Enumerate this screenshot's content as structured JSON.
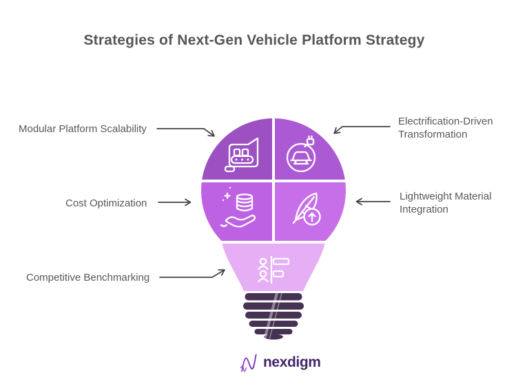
{
  "title": "Strategies of Next-Gen Vehicle Platform Strategy",
  "strategies": [
    {
      "id": "modular-platform-scalability",
      "label": "Modular Platform Scalability",
      "icon": "conveyor-belt-icon",
      "color": "#9c50c2",
      "side": "left"
    },
    {
      "id": "electrification-driven-transformation",
      "label": "Electrification-Driven Transformation",
      "icon": "electric-car-icon",
      "color": "#ab5ad3",
      "side": "right"
    },
    {
      "id": "cost-optimization",
      "label": "Cost Optimization",
      "icon": "hand-coins-icon",
      "color": "#bd62e3",
      "side": "left"
    },
    {
      "id": "lightweight-material-integration",
      "label": "Lightweight Material Integration",
      "icon": "feather-growth-icon",
      "color": "#c76fe9",
      "side": "right"
    },
    {
      "id": "competitive-benchmarking",
      "label": "Competitive Benchmarking",
      "icon": "people-benchmark-icon",
      "color": "#e5aef5",
      "side": "left"
    }
  ],
  "bulb": {
    "screw_color": "#463253"
  },
  "arrows": {
    "color": "#414141"
  },
  "text": {
    "label_color": "#58585a",
    "title_color": "#565659"
  },
  "logo": {
    "text": "nexdigm",
    "wordmark_color": "#44266b",
    "mark_gradient": [
      "#a44ae0",
      "#5f2da0"
    ]
  }
}
